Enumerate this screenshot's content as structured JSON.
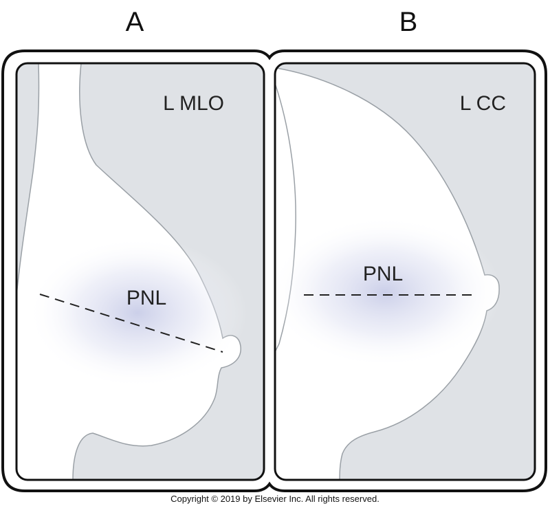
{
  "panels": [
    {
      "letter": "A",
      "view_label": "L MLO",
      "line_label": "PNL"
    },
    {
      "letter": "B",
      "view_label": "L CC",
      "line_label": "PNL"
    }
  ],
  "copyright": "Copyright © 2019 by Elsevier Inc. All rights reserved.",
  "colors": {
    "background_gray": "#dfe2e6",
    "tissue": "#ffffff",
    "outline": "#9aa0a6",
    "frame": "#111111",
    "glow": "#c9cde8"
  }
}
